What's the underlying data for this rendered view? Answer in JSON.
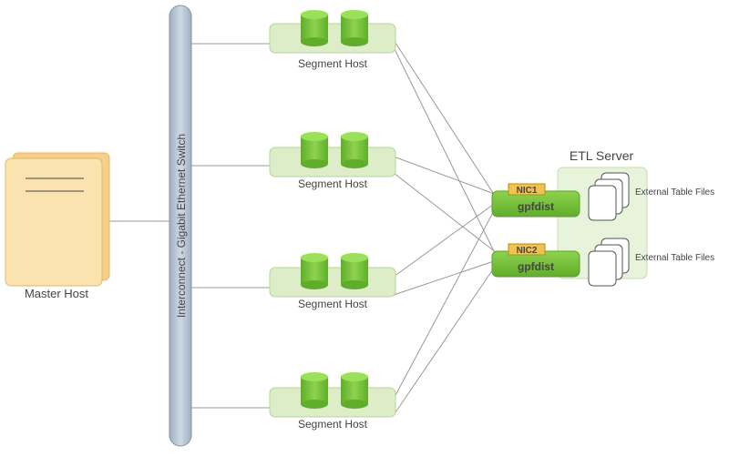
{
  "master": {
    "label": "Master Host"
  },
  "interconnect": {
    "label": "Interconnect - Gigabit Ethernet Switch"
  },
  "segments": [
    {
      "label": "Segment Host"
    },
    {
      "label": "Segment Host"
    },
    {
      "label": "Segment Host"
    },
    {
      "label": "Segment Host"
    }
  ],
  "etl": {
    "title": "ETL Server",
    "nics": [
      {
        "nic": "NIC1",
        "process": "gpfdist",
        "files_label": "External Table Files"
      },
      {
        "nic": "NIC2",
        "process": "gpfdist",
        "files_label": "External Table Files"
      }
    ]
  },
  "colors": {
    "green": "#7ac142",
    "green_light": "#dcedc8",
    "bus": "#b8c6d6",
    "master_fill": "#fbe3b0",
    "nic_fill": "#f2c14e"
  }
}
